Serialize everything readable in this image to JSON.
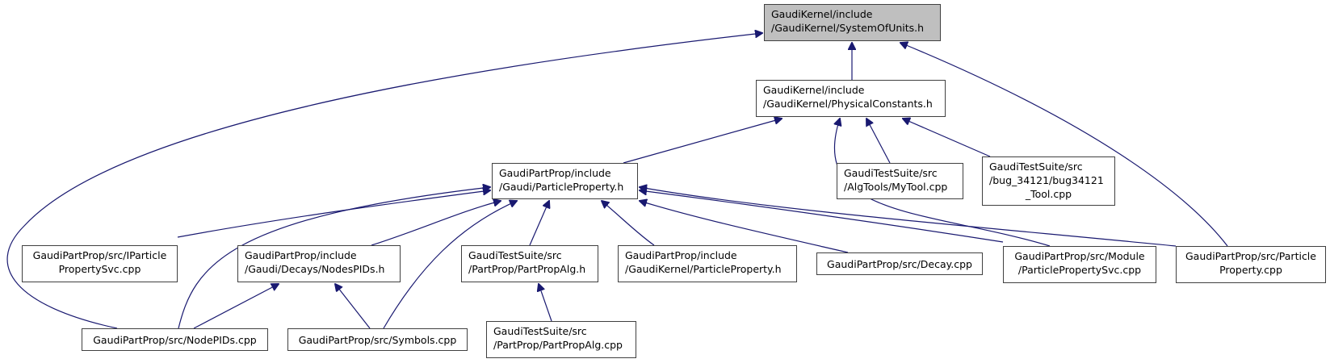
{
  "graph": {
    "title": "SystemOfUnits.h include dependency graph",
    "edge_color": "#191970",
    "root_fill": "#bfbfbf",
    "nodes": {
      "system_of_units": {
        "lines": [
          "GaudiKernel/include",
          "/GaudiKernel/SystemOfUnits.h"
        ]
      },
      "physical_constants": {
        "lines": [
          "GaudiKernel/include",
          "/GaudiKernel/PhysicalConstants.h"
        ]
      },
      "gaudi_particle_property_h": {
        "lines": [
          "GaudiPartProp/include",
          "/Gaudi/ParticleProperty.h"
        ]
      },
      "mytool_cpp": {
        "lines": [
          "GaudiTestSuite/src",
          "/AlgTools/MyTool.cpp"
        ]
      },
      "bug34121_tool_cpp": {
        "lines": [
          "GaudiTestSuite/src",
          "/bug_34121/bug34121",
          "_Tool.cpp"
        ]
      },
      "iparticle_property_svc_cpp": {
        "lines": [
          "GaudiPartProp/src/IParticle",
          "PropertySvc.cpp"
        ]
      },
      "nodes_pids_h": {
        "lines": [
          "GaudiPartProp/include",
          "/Gaudi/Decays/NodesPIDs.h"
        ]
      },
      "part_prop_alg_h": {
        "lines": [
          "GaudiTestSuite/src",
          "/PartProp/PartPropAlg.h"
        ]
      },
      "gaudikernel_particle_property_h": {
        "lines": [
          "GaudiPartProp/include",
          "/GaudiKernel/ParticleProperty.h"
        ]
      },
      "decay_cpp": {
        "lines": [
          "GaudiPartProp/src/Decay.cpp"
        ]
      },
      "module_particle_property_svc_cpp": {
        "lines": [
          "GaudiPartProp/src/Module",
          "/ParticlePropertySvc.cpp"
        ]
      },
      "particle_property_cpp": {
        "lines": [
          "GaudiPartProp/src/Particle",
          "Property.cpp"
        ]
      },
      "node_pids_cpp": {
        "lines": [
          "GaudiPartProp/src/NodePIDs.cpp"
        ]
      },
      "symbols_cpp": {
        "lines": [
          "GaudiPartProp/src/Symbols.cpp"
        ]
      },
      "part_prop_alg_cpp": {
        "lines": [
          "GaudiTestSuite/src",
          "/PartProp/PartPropAlg.cpp"
        ]
      }
    },
    "edges": [
      {
        "from": "physical_constants",
        "to": "system_of_units"
      },
      {
        "from": "node_pids_cpp",
        "to": "system_of_units"
      },
      {
        "from": "particle_property_cpp",
        "to": "system_of_units"
      },
      {
        "from": "gaudi_particle_property_h",
        "to": "physical_constants"
      },
      {
        "from": "mytool_cpp",
        "to": "physical_constants"
      },
      {
        "from": "bug34121_tool_cpp",
        "to": "physical_constants"
      },
      {
        "from": "module_particle_property_svc_cpp",
        "to": "physical_constants"
      },
      {
        "from": "iparticle_property_svc_cpp",
        "to": "gaudi_particle_property_h"
      },
      {
        "from": "node_pids_cpp",
        "to": "gaudi_particle_property_h"
      },
      {
        "from": "nodes_pids_h",
        "to": "gaudi_particle_property_h"
      },
      {
        "from": "symbols_cpp",
        "to": "gaudi_particle_property_h"
      },
      {
        "from": "part_prop_alg_h",
        "to": "gaudi_particle_property_h"
      },
      {
        "from": "gaudikernel_particle_property_h",
        "to": "gaudi_particle_property_h"
      },
      {
        "from": "decay_cpp",
        "to": "gaudi_particle_property_h"
      },
      {
        "from": "module_particle_property_svc_cpp",
        "to": "gaudi_particle_property_h"
      },
      {
        "from": "particle_property_cpp",
        "to": "gaudi_particle_property_h"
      },
      {
        "from": "node_pids_cpp",
        "to": "nodes_pids_h"
      },
      {
        "from": "symbols_cpp",
        "to": "nodes_pids_h"
      },
      {
        "from": "part_prop_alg_cpp",
        "to": "part_prop_alg_h"
      }
    ]
  }
}
